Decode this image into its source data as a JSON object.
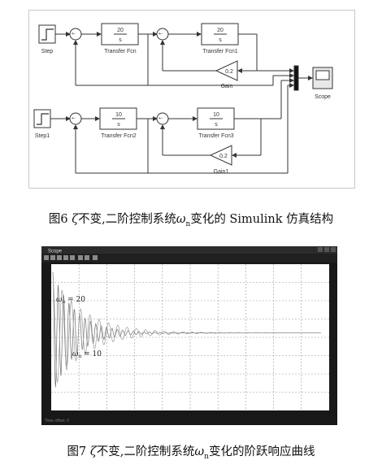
{
  "diagram": {
    "row1": {
      "step": "Step",
      "tf1": {
        "num": "20",
        "den": "s",
        "label": "Transfer Fcn"
      },
      "tf2": {
        "num": "20",
        "den": "s",
        "label": "Transfer Fcn1"
      },
      "gain": {
        "value": "0.2",
        "label": "Gain"
      }
    },
    "row2": {
      "step": "Step1",
      "tf1": {
        "num": "10",
        "den": "s",
        "label": "Transfer Fcn2"
      },
      "tf2": {
        "num": "10",
        "den": "s",
        "label": "Transfer Fcn3"
      },
      "gain": {
        "value": "0.2",
        "label": "Gain1"
      }
    },
    "scope_label": "Scope",
    "sum_signs": "+-"
  },
  "caption6": {
    "prefix": "图6 ",
    "zeta": "ζ",
    "text1": "不变,二阶控制系统",
    "omega": "ω",
    "sub": "n",
    "text2": "变化的 Simulink 仿真结构"
  },
  "scope_window": {
    "title": "Scope",
    "series": [
      {
        "label_omega": "ω",
        "label_sub": "n",
        "label_rest": " = 20"
      },
      {
        "label_omega": "ω",
        "label_sub": "n",
        "label_rest": " = 10"
      }
    ],
    "status_text": "Time offset: 0"
  },
  "caption7": {
    "prefix": "图7 ",
    "zeta": "ζ",
    "text1": "不变,二阶控制系统",
    "omega": "ω",
    "sub": "n",
    "text2": "变化的阶跃响应曲线"
  },
  "colors": {
    "scope_bg": "#181818",
    "plot_bg": "#ffffff",
    "grid": "#9a9a9a",
    "trace": "#6f6f6f"
  }
}
